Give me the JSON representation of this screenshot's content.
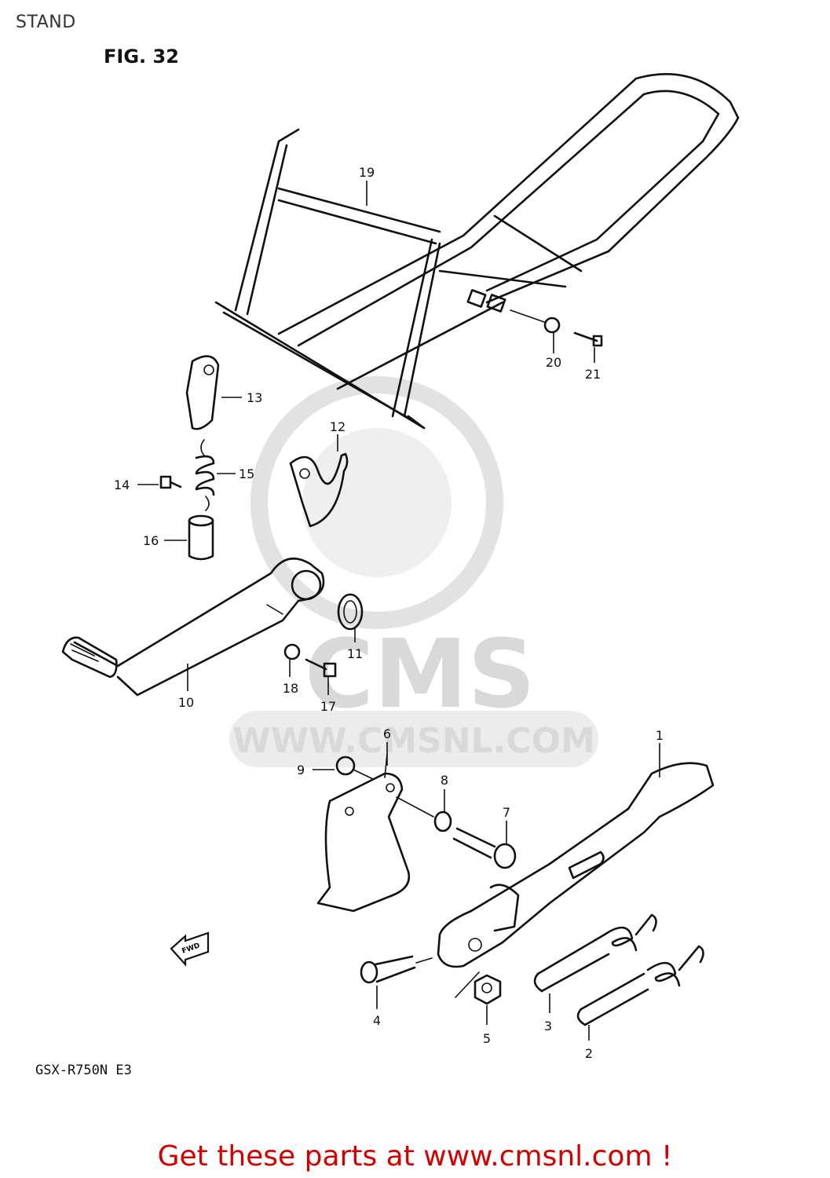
{
  "header": {
    "title": "STAND",
    "figure": "FIG. 32"
  },
  "footer": {
    "model": "GSX-R750N E3",
    "cta": "Get these parts at www.cmsnl.com !"
  },
  "watermark": {
    "brand": "CMS",
    "url": "WWW.CMSNL.COM"
  },
  "direction_marker": "FWD",
  "callouts": [
    {
      "number": "1"
    },
    {
      "number": "2"
    },
    {
      "number": "3"
    },
    {
      "number": "4"
    },
    {
      "number": "5"
    },
    {
      "number": "6"
    },
    {
      "number": "7"
    },
    {
      "number": "8"
    },
    {
      "number": "9"
    },
    {
      "number": "10"
    },
    {
      "number": "11"
    },
    {
      "number": "12"
    },
    {
      "number": "13"
    },
    {
      "number": "14"
    },
    {
      "number": "15"
    },
    {
      "number": "16"
    },
    {
      "number": "17"
    },
    {
      "number": "18"
    },
    {
      "number": "19"
    },
    {
      "number": "20"
    },
    {
      "number": "21"
    }
  ],
  "colors": {
    "cta": "#d40000",
    "line": "#111111",
    "watermark": "#d9d9d9"
  }
}
